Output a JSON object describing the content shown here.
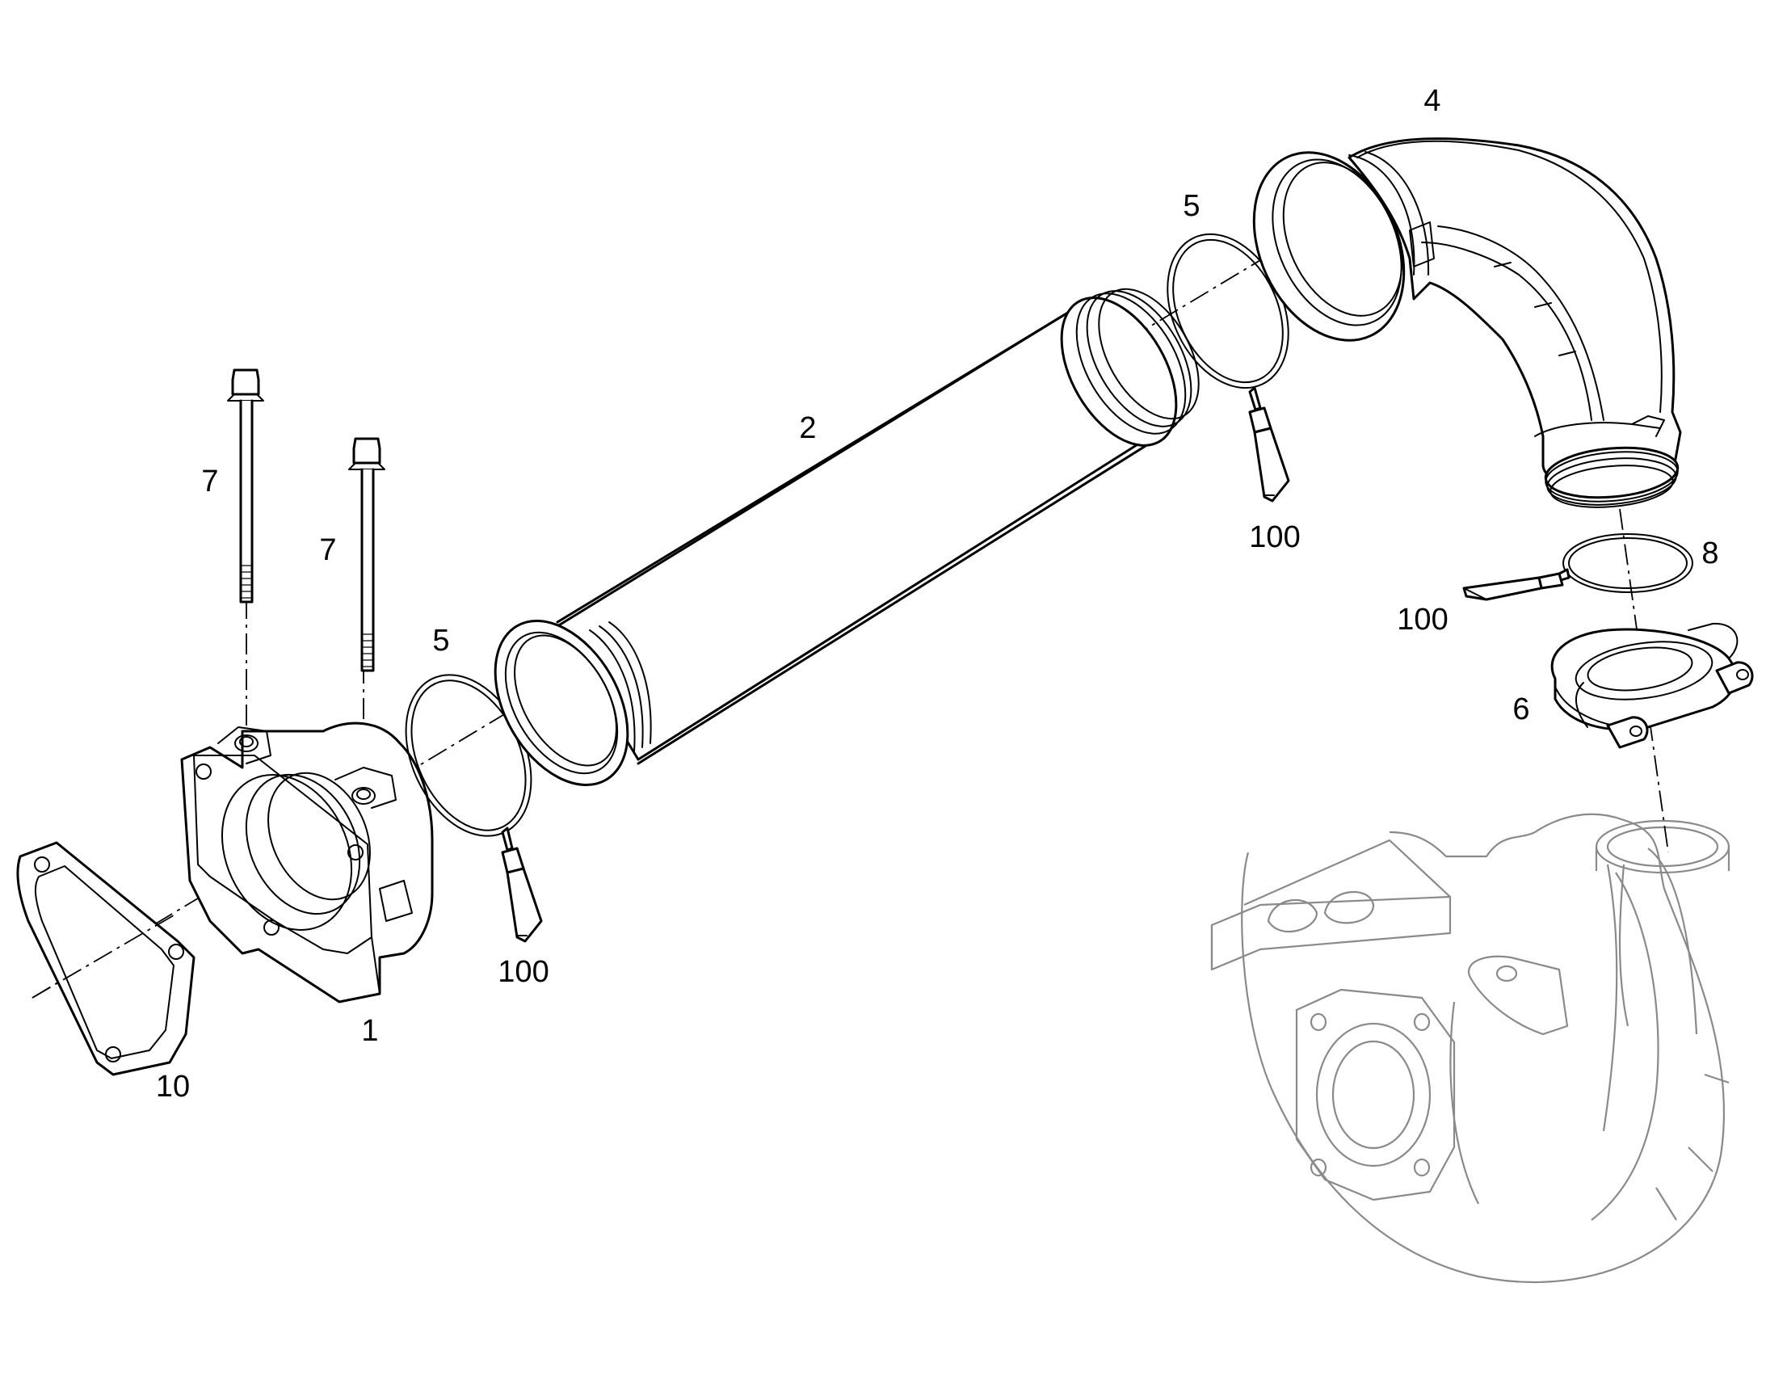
{
  "callouts": {
    "p1": "1",
    "p2": "2",
    "p4": "4",
    "p5a": "5",
    "p5b": "5",
    "p6": "6",
    "p7a": "7",
    "p7b": "7",
    "p8": "8",
    "p10": "10",
    "p100a": "100",
    "p100b": "100",
    "p100c": "100"
  },
  "colors": {
    "line": "#000000",
    "ghost_outline": "#8a8a8a",
    "background": "#ffffff"
  }
}
